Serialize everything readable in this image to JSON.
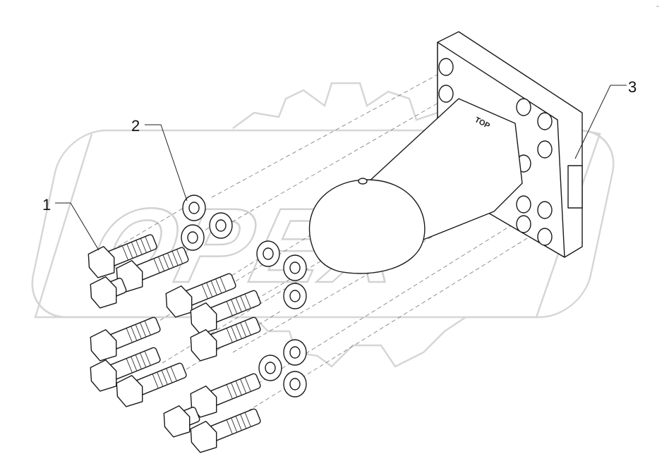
{
  "diagram": {
    "type": "exploded-parts-view",
    "callouts": [
      {
        "number": "1",
        "part": "bolt"
      },
      {
        "number": "2",
        "part": "washer"
      },
      {
        "number": "3",
        "part": "towing-eye-flange"
      }
    ],
    "watermark": "OPEX",
    "part_marking": "TOP",
    "corner_mark": "-"
  }
}
